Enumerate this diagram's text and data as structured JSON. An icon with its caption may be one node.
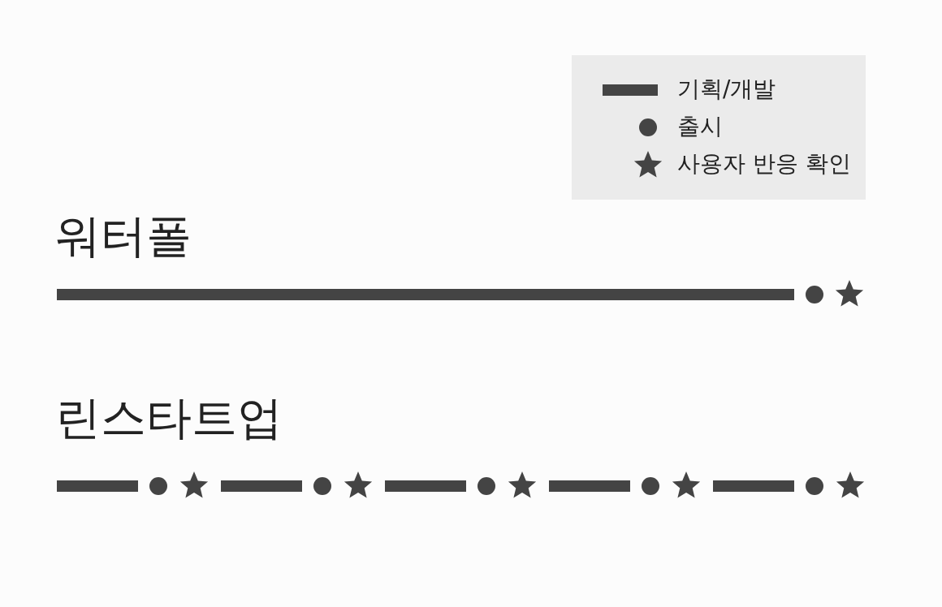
{
  "diagram": {
    "labels": [
      "워터폴",
      "린스타트업"
    ],
    "legend": [
      {
        "text": "기획/개발"
      },
      {
        "text": "출시"
      },
      {
        "text": "사용자 반응 확인"
      }
    ]
  }
}
